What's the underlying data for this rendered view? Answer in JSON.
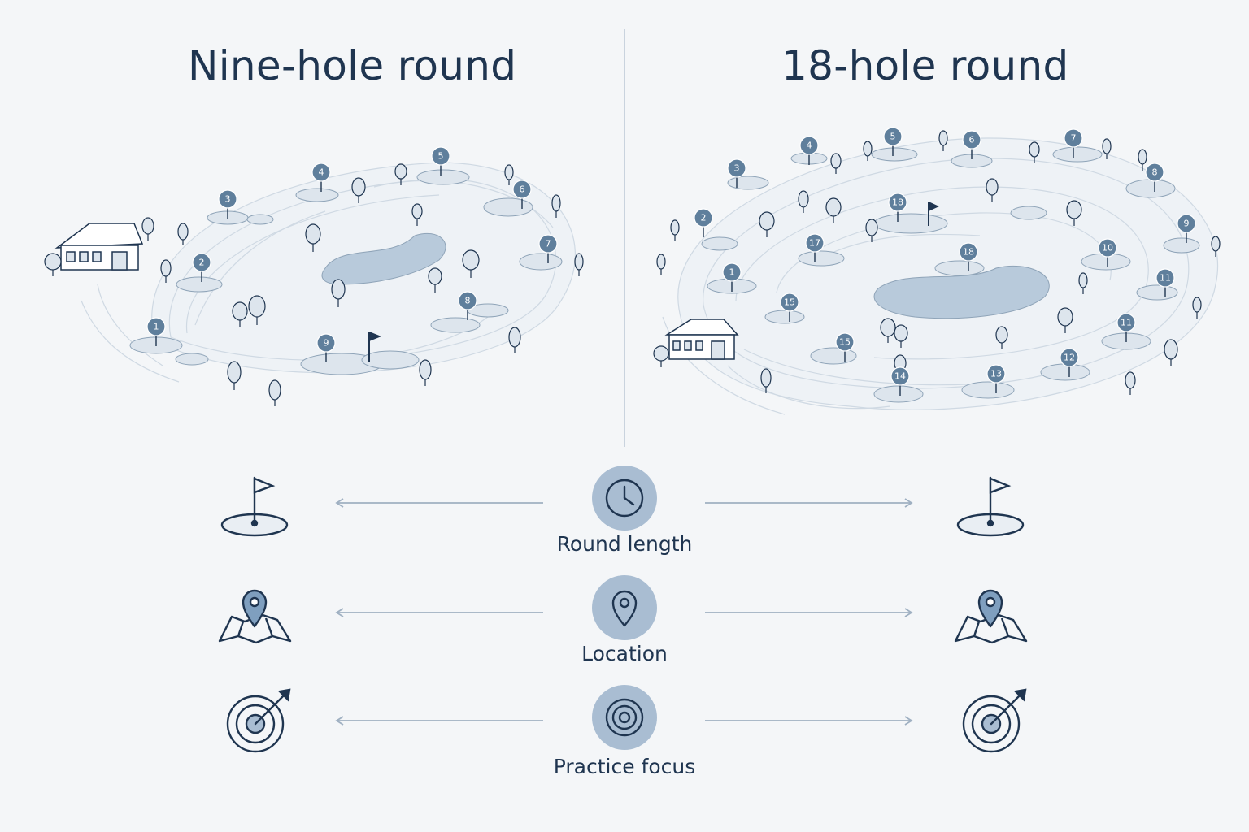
{
  "titles": {
    "left": "Nine-hole round",
    "right": "18-hole round"
  },
  "courses": {
    "left": {
      "pins": [
        "1",
        "2",
        "3",
        "4",
        "5",
        "6",
        "7",
        "8",
        "9"
      ]
    },
    "right": {
      "pins": [
        "1",
        "2",
        "3",
        "4",
        "5",
        "6",
        "7",
        "8",
        "9",
        "10",
        "11",
        "11",
        "12",
        "13",
        "14",
        "15",
        "15",
        "17",
        "18",
        "18"
      ]
    }
  },
  "comparisons": [
    {
      "label": "Round length",
      "icon": "clock-icon",
      "side_icon": "golf-flag-icon"
    },
    {
      "label": "Location",
      "icon": "location-pin-icon",
      "side_icon": "map-pin-icon"
    },
    {
      "label": "Practice focus",
      "icon": "target-icon",
      "side_icon": "target-arrow-icon"
    }
  ],
  "colors": {
    "ink": "#1f3550",
    "pin": "#5f7f9c",
    "water": "#b8cadb",
    "fairway": "#dde5ed",
    "center_circle": "#a9bdd2",
    "arrow": "#9fb0c2"
  }
}
